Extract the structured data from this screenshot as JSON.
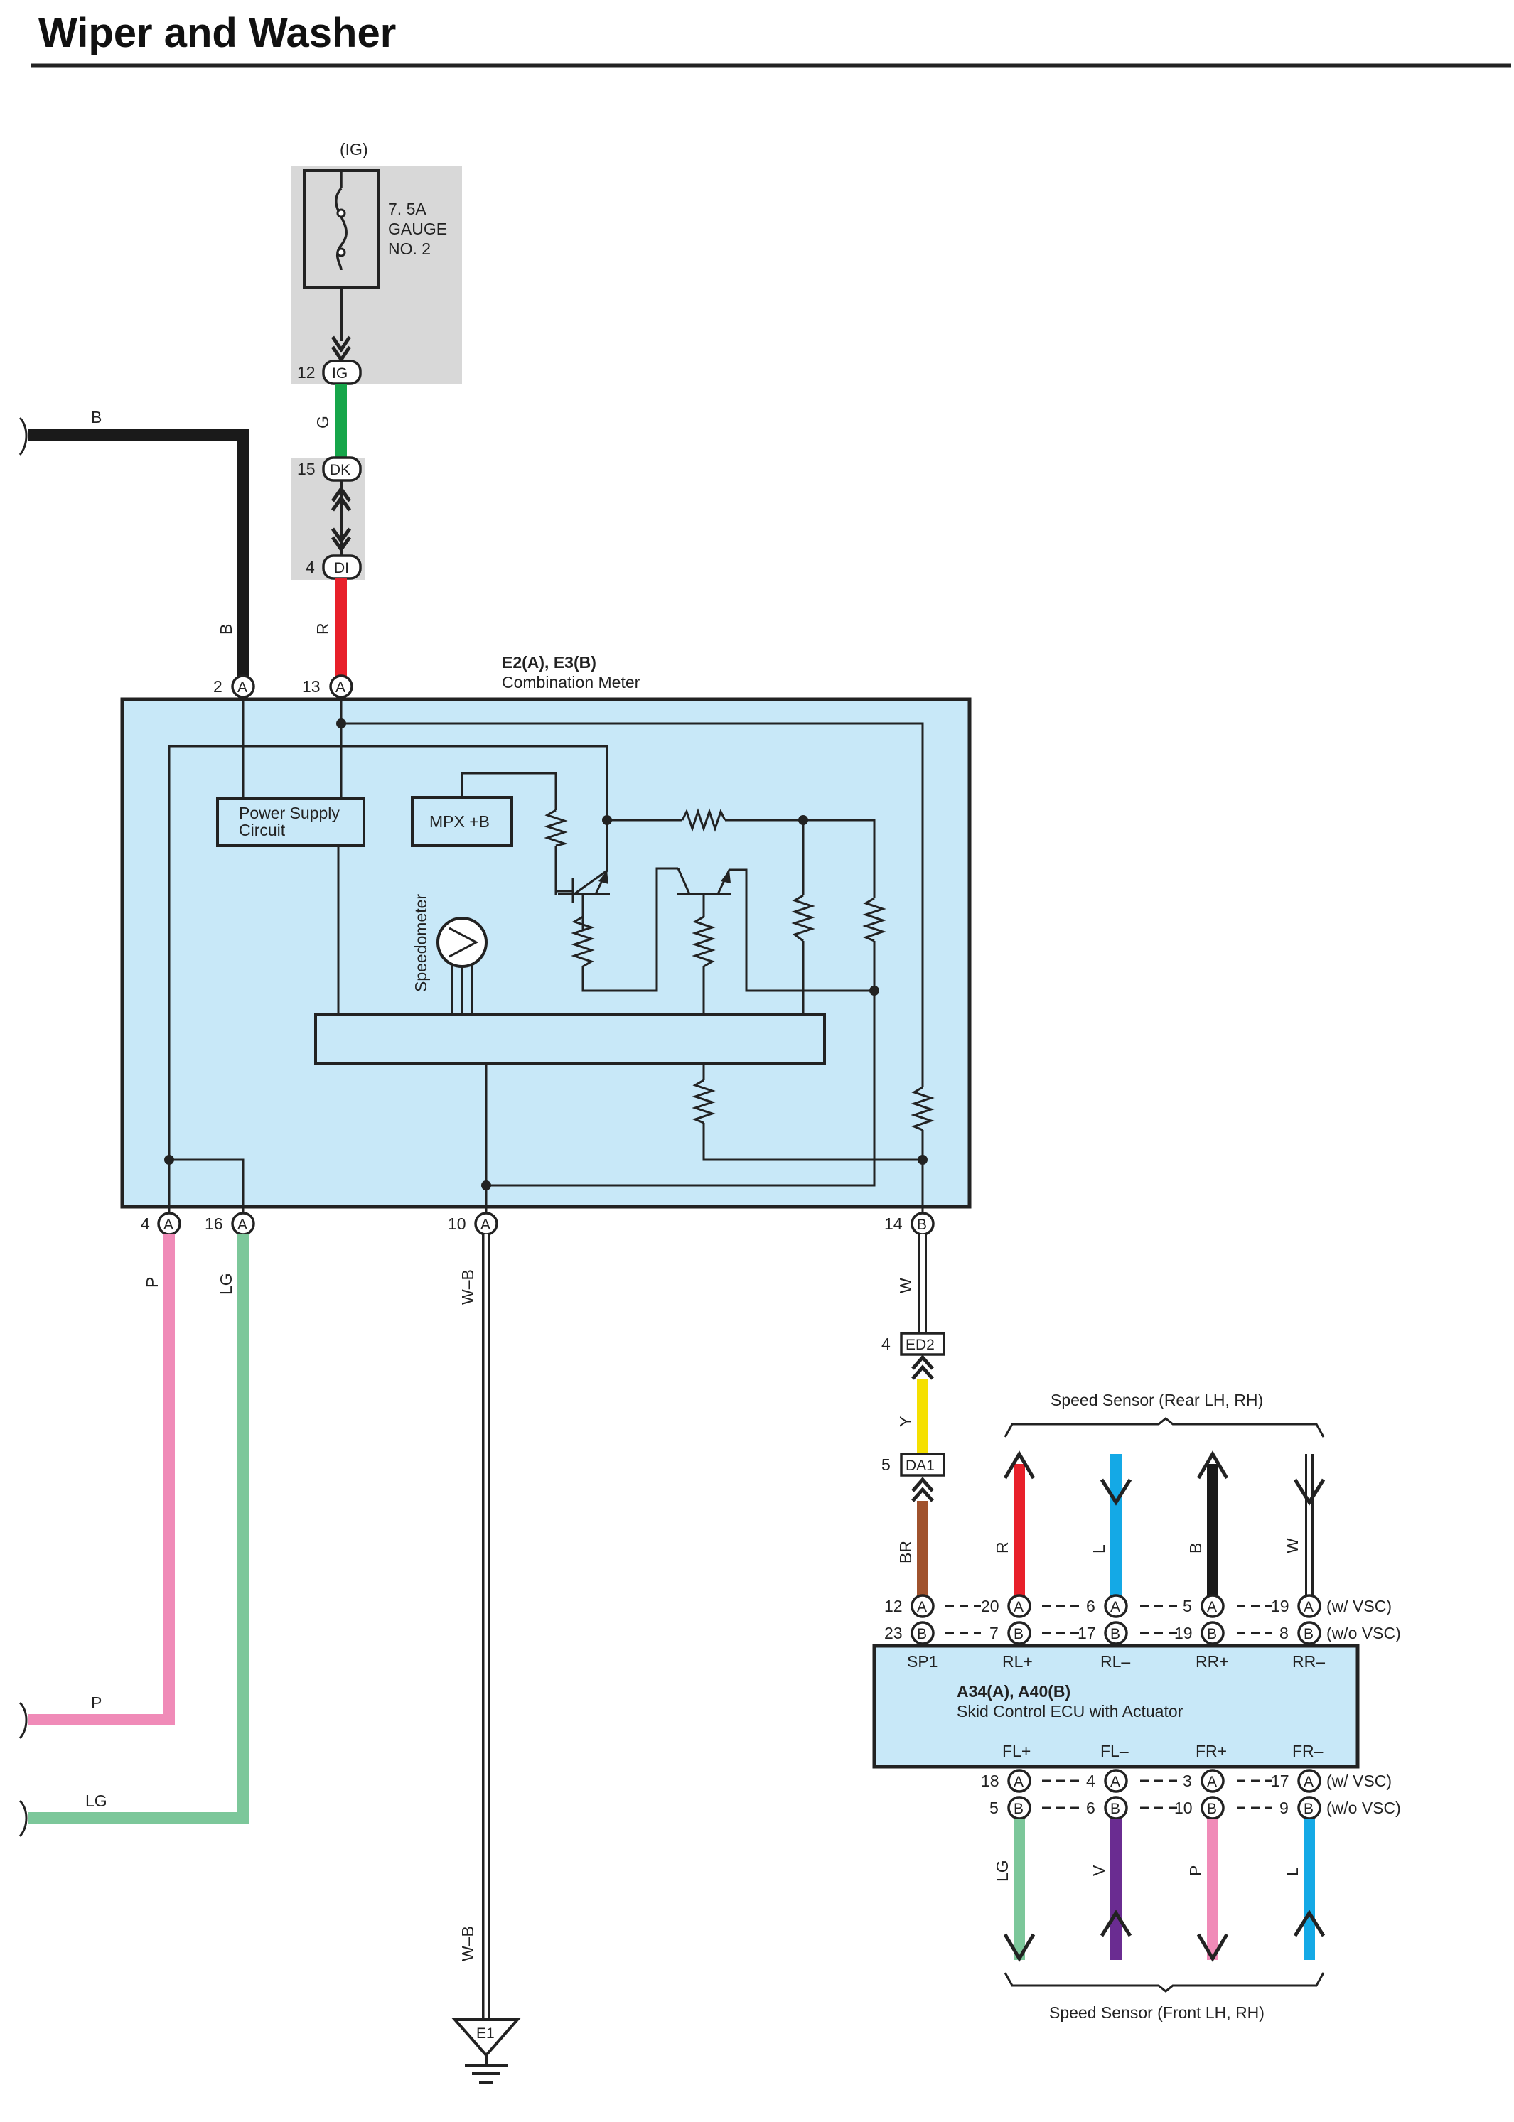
{
  "title": "Wiper and Washer",
  "fuse": {
    "supply": "(IG)",
    "rating": "7. 5A",
    "name_1": "GAUGE",
    "name_2": "NO. 2"
  },
  "connectors": {
    "ig": {
      "pin": "12",
      "code": "IG"
    },
    "dk": {
      "pin": "15",
      "code": "DK"
    },
    "di": {
      "pin": "4",
      "code": "DI"
    },
    "ed2": {
      "pin": "4",
      "code": "ED2"
    },
    "da1": {
      "pin": "5",
      "code": "DA1"
    },
    "ground": "E1"
  },
  "meter": {
    "ref": "E2(A), E3(B)",
    "name": "Combination Meter",
    "power_supply_1": "Power Supply",
    "power_supply_2": "Circuit",
    "mpx": "MPX +B",
    "speedometer": "Speedometer",
    "pins": {
      "p2": "2",
      "p13": "13",
      "p4": "4",
      "p16": "16",
      "p10": "10",
      "p14": "14",
      "a": "A",
      "b": "B"
    }
  },
  "wire_colors": {
    "b": "B",
    "g": "G",
    "r": "R",
    "p": "P",
    "lg": "LG",
    "wb": "W–B",
    "w": "W",
    "y": "Y",
    "br": "BR",
    "l": "L",
    "v": "V"
  },
  "ecu": {
    "ref": "A34(A), A40(B)",
    "name": "Skid Control ECU with Actuator",
    "top_labels": [
      "SP1",
      "RL+",
      "RL–",
      "RR+",
      "RR–"
    ],
    "bottom_labels": [
      "FL+",
      "FL–",
      "FR+",
      "FR–"
    ],
    "top_a_pins": [
      "12",
      "20",
      "6",
      "5",
      "19"
    ],
    "top_b_pins": [
      "23",
      "7",
      "17",
      "19",
      "8"
    ],
    "bottom_a_pins": [
      "18",
      "4",
      "3",
      "17"
    ],
    "bottom_b_pins": [
      "5",
      "6",
      "10",
      "9"
    ],
    "with_vsc": "(w/ VSC)",
    "without_vsc": "(w/o VSC)"
  },
  "sensors": {
    "rear": "Speed Sensor (Rear LH,  RH)",
    "front": "Speed Sensor (Front LH,  RH)"
  },
  "colors": {
    "black": "#1a1a1a",
    "green": "#16a64a",
    "red": "#e8202a",
    "pink": "#f08bb8",
    "lightgreen": "#7cc79a",
    "yellow": "#f5e000",
    "brown": "#a0522d",
    "blue": "#14a9e6",
    "purple": "#6a2c91",
    "box_fill": "#c8e8f8",
    "gray_fill": "#d8d8d8"
  }
}
